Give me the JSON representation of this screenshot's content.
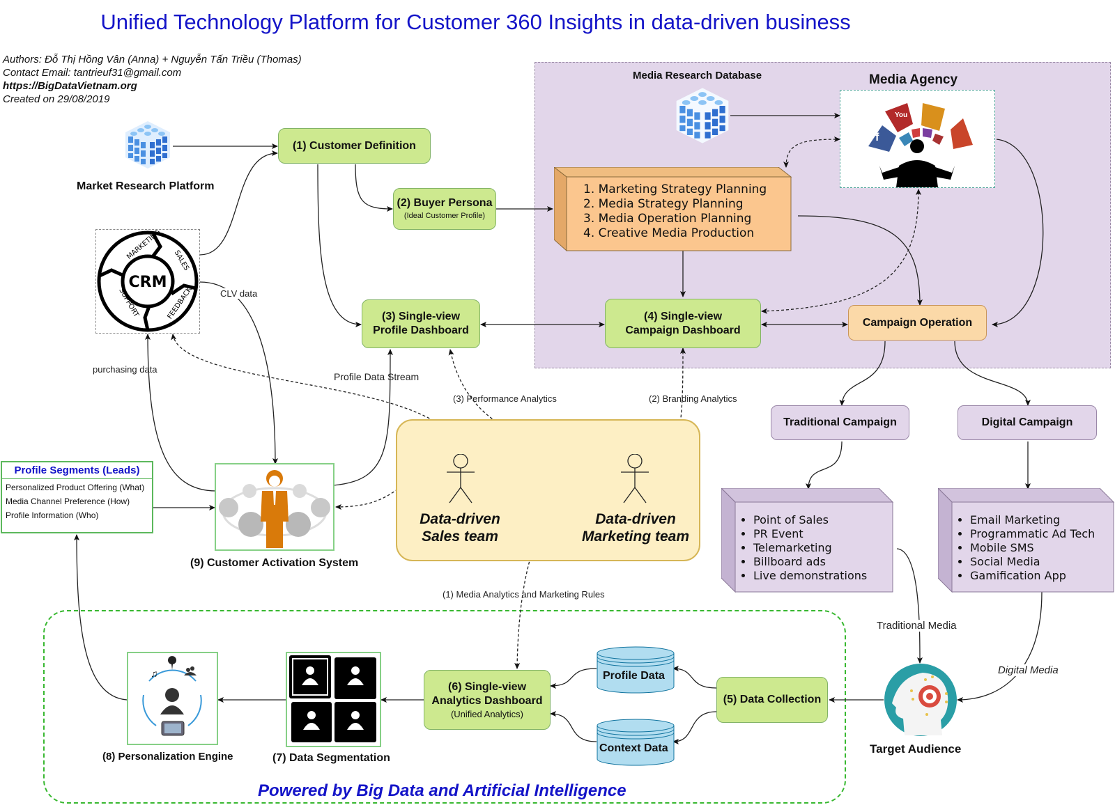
{
  "title": "Unified Technology Platform for Customer 360 Insights in data-driven business",
  "meta": {
    "authors": "Authors: Đỗ Thị Hồng Vân (Anna) + Nguyễn Tấn Triều (Thomas)",
    "contact": "Contact Email: tantrieuf31@gmail.com",
    "url": "https://BigDataVietnam.org",
    "created": "Created on 29/08/2019"
  },
  "nodes": {
    "market_research": "Market Research Platform",
    "customer_definition": "(1) Customer Definition",
    "buyer_persona": {
      "title": "(2) Buyer Persona",
      "sub": "(Ideal Customer Profile)"
    },
    "crm": {
      "center": "CRM",
      "segments": [
        "MARKETING",
        "SALES",
        "FEEDBACK",
        "SUPPORT"
      ]
    },
    "profile_dashboard": {
      "line1": "(3) Single-view",
      "line2": "Profile Dashboard"
    },
    "campaign_dashboard": {
      "line1": "(4) Single-view",
      "line2": "Campaign Dashboard"
    },
    "media_research_db": "Media Research Database",
    "media_agency": "Media Agency",
    "planning": [
      "1. Marketing Strategy Planning",
      "2. Media Strategy Planning",
      "3. Media Operation Planning",
      "4. Creative Media Production"
    ],
    "campaign_operation": "Campaign Operation",
    "traditional_campaign": "Traditional Campaign",
    "digital_campaign": "Digital Campaign",
    "traditional_items": [
      "Point of Sales",
      "PR Event",
      "Telemarketing",
      "Billboard ads",
      "Live demonstrations"
    ],
    "digital_items": [
      "Email Marketing",
      "Programmatic Ad Tech",
      "Mobile SMS",
      "Social Media",
      "Gamification App"
    ],
    "profile_segments": {
      "title": "Profile Segments (Leads)",
      "rows": [
        "Personalized Product Offering (What)",
        "Media Channel Preference (How)",
        "Profile Information (Who)"
      ]
    },
    "activation_system": "(9) Customer Activation System",
    "sales_team": {
      "line1": "Data-driven",
      "line2": "Sales team"
    },
    "marketing_team": {
      "line1": "Data-driven",
      "line2": "Marketing team"
    },
    "analytics_dashboard": {
      "line1": "(6) Single-view",
      "line2": "Analytics Dashboard",
      "sub": "(Unified Analytics)"
    },
    "profile_data": "Profile Data",
    "context_data": "Context Data",
    "data_collection": "(5) Data Collection",
    "target_audience": "Target Audience",
    "data_segmentation": "(7) Data Segmentation",
    "personalization_engine": "(8) Personalization Engine",
    "powered_by": "Powered by Big Data and Artificial Intelligence"
  },
  "edge_labels": {
    "clv": "CLV data",
    "purchasing": "purchasing data",
    "profile_stream": "Profile Data Stream",
    "performance": "(3) Performance Analytics",
    "branding": "(2) Branding Analytics",
    "media_rules": "(1) Media Analytics and Marketing Rules",
    "traditional_media": "Traditional Media",
    "digital_media": "Digital Media"
  },
  "icons": {
    "cube": "data-cube-icon",
    "agency": "media-agency-speaker-icon",
    "activation": "salesperson-with-commerce-icons",
    "segmentation": "user-grid-icon",
    "personalization": "user-cycle-icon",
    "audience": "ai-head-icon"
  },
  "colors": {
    "title_blue": "#1414c8",
    "node_green": "#cde98f",
    "node_orange": "#fbd9a8",
    "region_lilac": "#e2d6ea",
    "team_yellow": "#fdefc4",
    "db_blue": "#b1ddf0",
    "ai_border_green": "#38b830"
  }
}
